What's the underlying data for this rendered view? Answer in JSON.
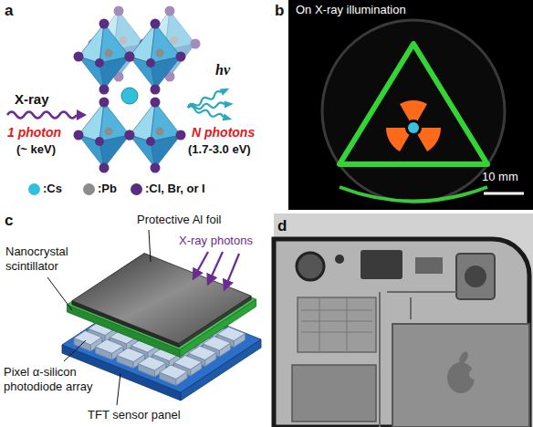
{
  "diagram": {
    "labels": [
      "a",
      "X-ray",
      "1 photon",
      "(~ keV)",
      "hν",
      "N photons",
      "(1.7-3.0 eV)",
      "b",
      "On X-ray illumination",
      "10 mm",
      "c",
      "Protective Al foil",
      "X-ray photons",
      "Nanocrystal scintillator",
      "Pixel α-silicon photodiode array",
      "TFT sensor panel",
      "d"
    ],
    "legend": [
      {
        "text": ":Cs",
        "color": "#2fc0dc"
      },
      {
        "text": ":Pb",
        "color": "#8c8c8c"
      },
      {
        "text": ":Cl, Br, or I",
        "color": "#5a2d82"
      }
    ]
  }
}
